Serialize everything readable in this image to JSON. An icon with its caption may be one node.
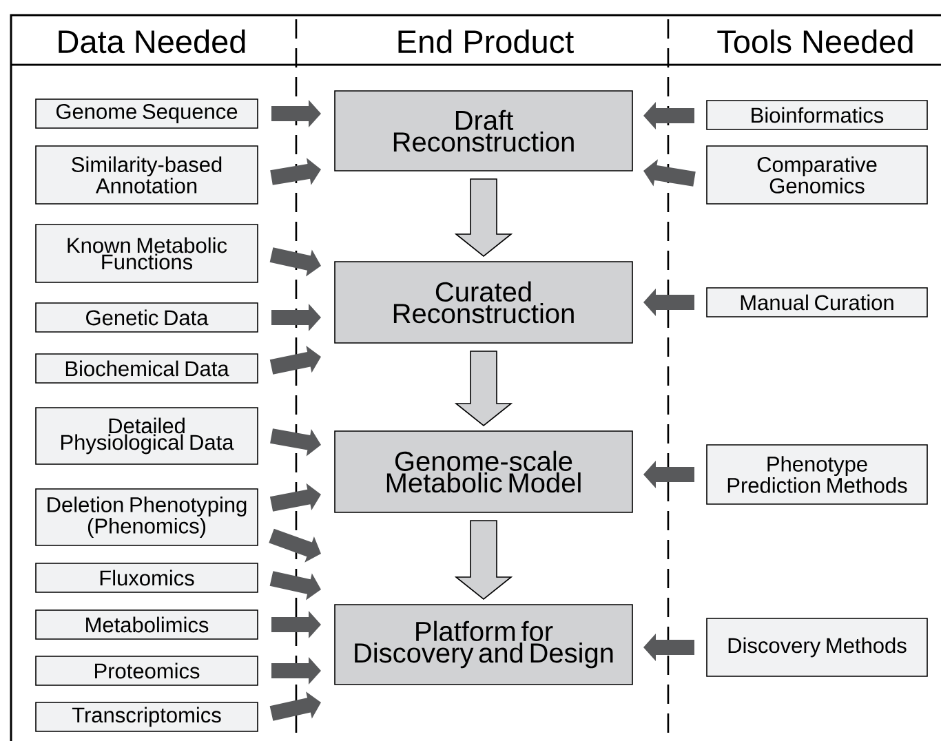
{
  "diagram": {
    "nodes": [
      {
        "text": [
          "Draft Reconstruction"
        ]
      },
      {
        "text": [
          "Curated Reconstruction"
        ]
      },
      {
        "text": [
          "Genome-scale Metabolic Model"
        ]
      },
      {
        "text": [
          "Platform for Discovery and Design"
        ]
      },
      {
        "text": [
          "Genome Sequence"
        ]
      },
      {
        "text": [
          "Similarity-based Annotation"
        ]
      },
      {
        "text": [
          "Known Metabolic Functions"
        ]
      },
      {
        "text": [
          "Genetic Data"
        ]
      },
      {
        "text": [
          "Biochemical Data"
        ]
      },
      {
        "text": [
          "Detailed Physiological Data"
        ]
      },
      {
        "text": [
          "Deletion Phenotyping (Phenomics)"
        ]
      },
      {
        "text": [
          "Fluxomics"
        ]
      },
      {
        "text": [
          "Metabolimics"
        ]
      },
      {
        "text": [
          "Proteomics"
        ]
      },
      {
        "text": [
          "Transcriptomics"
        ]
      },
      {
        "text": [
          "Bioinformatics"
        ]
      },
      {
        "text": [
          "Comparative Genomics"
        ]
      },
      {
        "text": [
          "Manual Curation"
        ]
      },
      {
        "text": [
          "Phenotype Prediction Methods"
        ]
      },
      {
        "text": [
          "Discovery Methods"
        ]
      }
    ],
    "edges": [
      {
        "from": 0,
        "to": 1,
        "arrow": "to",
        "color": "#d1d2d4"
      },
      {
        "from": 1,
        "to": 2,
        "arrow": "to",
        "color": "#d1d2d4"
      },
      {
        "from": 2,
        "to": 3,
        "arrow": "to",
        "color": "#d1d2d4"
      },
      {
        "from": 4,
        "to": 0,
        "arrow": "to"
      },
      {
        "from": 5,
        "to": 0,
        "arrow": "to"
      },
      {
        "from": 6,
        "to": 1,
        "arrow": "to"
      },
      {
        "from": 7,
        "to": 1,
        "arrow": "to"
      },
      {
        "from": 8,
        "to": 1,
        "arrow": "to"
      },
      {
        "from": 9,
        "to": 2,
        "arrow": "to"
      },
      {
        "from": 10,
        "to": 2,
        "arrow": "to"
      },
      {
        "from": 10,
        "to": 3,
        "arrow": "to"
      },
      {
        "from": 11,
        "to": 3,
        "arrow": "to"
      },
      {
        "from": 12,
        "to": 3,
        "arrow": "to"
      },
      {
        "from": 13,
        "to": 3,
        "arrow": "to"
      },
      {
        "from": 14,
        "to": 3,
        "arrow": "to"
      },
      {
        "from": 15,
        "to": 0,
        "arrow": "to"
      },
      {
        "from": 16,
        "to": 0,
        "arrow": "to"
      },
      {
        "from": 17,
        "to": 1,
        "arrow": "to"
      },
      {
        "from": 18,
        "to": 2,
        "arrow": "to"
      },
      {
        "from": 19,
        "to": 3,
        "arrow": "to"
      }
    ],
    "labels": [
      "Data Needed",
      "End Product",
      "Tools Needed"
    ]
  }
}
